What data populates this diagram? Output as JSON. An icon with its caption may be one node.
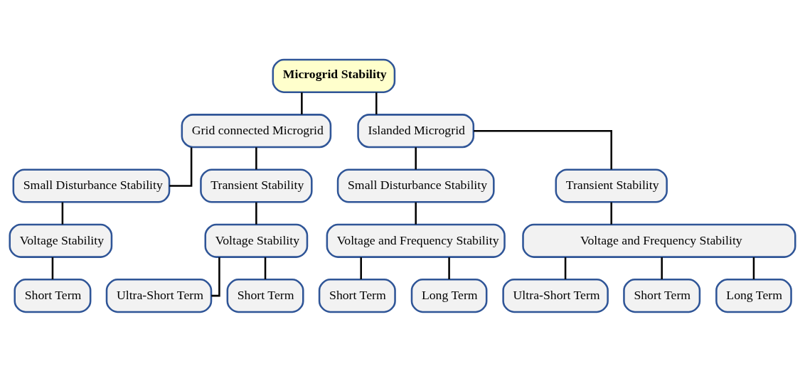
{
  "diagram": {
    "nodes": [
      {
        "text": [
          "Microgrid Stability"
        ]
      },
      {
        "text": [
          "Grid connected Microgrid"
        ]
      },
      {
        "text": [
          "Islanded Microgrid"
        ]
      },
      {
        "text": [
          "Small Disturbance Stability"
        ]
      },
      {
        "text": [
          "Transient Stability"
        ]
      },
      {
        "text": [
          "Small Disturbance Stability"
        ]
      },
      {
        "text": [
          "Transient Stability"
        ]
      },
      {
        "text": [
          "Voltage Stability"
        ]
      },
      {
        "text": [
          "Voltage Stability"
        ]
      },
      {
        "text": [
          "Voltage and Frequency Stability"
        ]
      },
      {
        "text": [
          "Voltage and Frequency Stability"
        ]
      },
      {
        "text": [
          "Short Term"
        ]
      },
      {
        "text": [
          "Ultra-Short Term"
        ]
      },
      {
        "text": [
          "Short Term"
        ]
      },
      {
        "text": [
          "Short Term"
        ]
      },
      {
        "text": [
          "Long Term"
        ]
      },
      {
        "text": [
          "Ultra-Short Term"
        ]
      },
      {
        "text": [
          "Short Term"
        ]
      },
      {
        "text": [
          "Long Term"
        ]
      }
    ],
    "edges": [
      {
        "from": 0,
        "to": 1,
        "arrow": "none"
      },
      {
        "from": 0,
        "to": 2,
        "arrow": "none"
      },
      {
        "from": 1,
        "to": 3,
        "arrow": "none"
      },
      {
        "from": 1,
        "to": 4,
        "arrow": "none"
      },
      {
        "from": 2,
        "to": 5,
        "arrow": "none"
      },
      {
        "from": 2,
        "to": 6,
        "arrow": "none"
      },
      {
        "from": 3,
        "to": 7,
        "arrow": "none"
      },
      {
        "from": 4,
        "to": 8,
        "arrow": "none"
      },
      {
        "from": 5,
        "to": 9,
        "arrow": "none"
      },
      {
        "from": 6,
        "to": 10,
        "arrow": "none"
      },
      {
        "from": 7,
        "to": 11,
        "arrow": "none"
      },
      {
        "from": 8,
        "to": 12,
        "arrow": "none"
      },
      {
        "from": 8,
        "to": 13,
        "arrow": "none"
      },
      {
        "from": 9,
        "to": 14,
        "arrow": "none"
      },
      {
        "from": 9,
        "to": 15,
        "arrow": "none"
      },
      {
        "from": 10,
        "to": 16,
        "arrow": "none"
      },
      {
        "from": 10,
        "to": 17,
        "arrow": "none"
      },
      {
        "from": 10,
        "to": 18,
        "arrow": "none"
      }
    ]
  }
}
